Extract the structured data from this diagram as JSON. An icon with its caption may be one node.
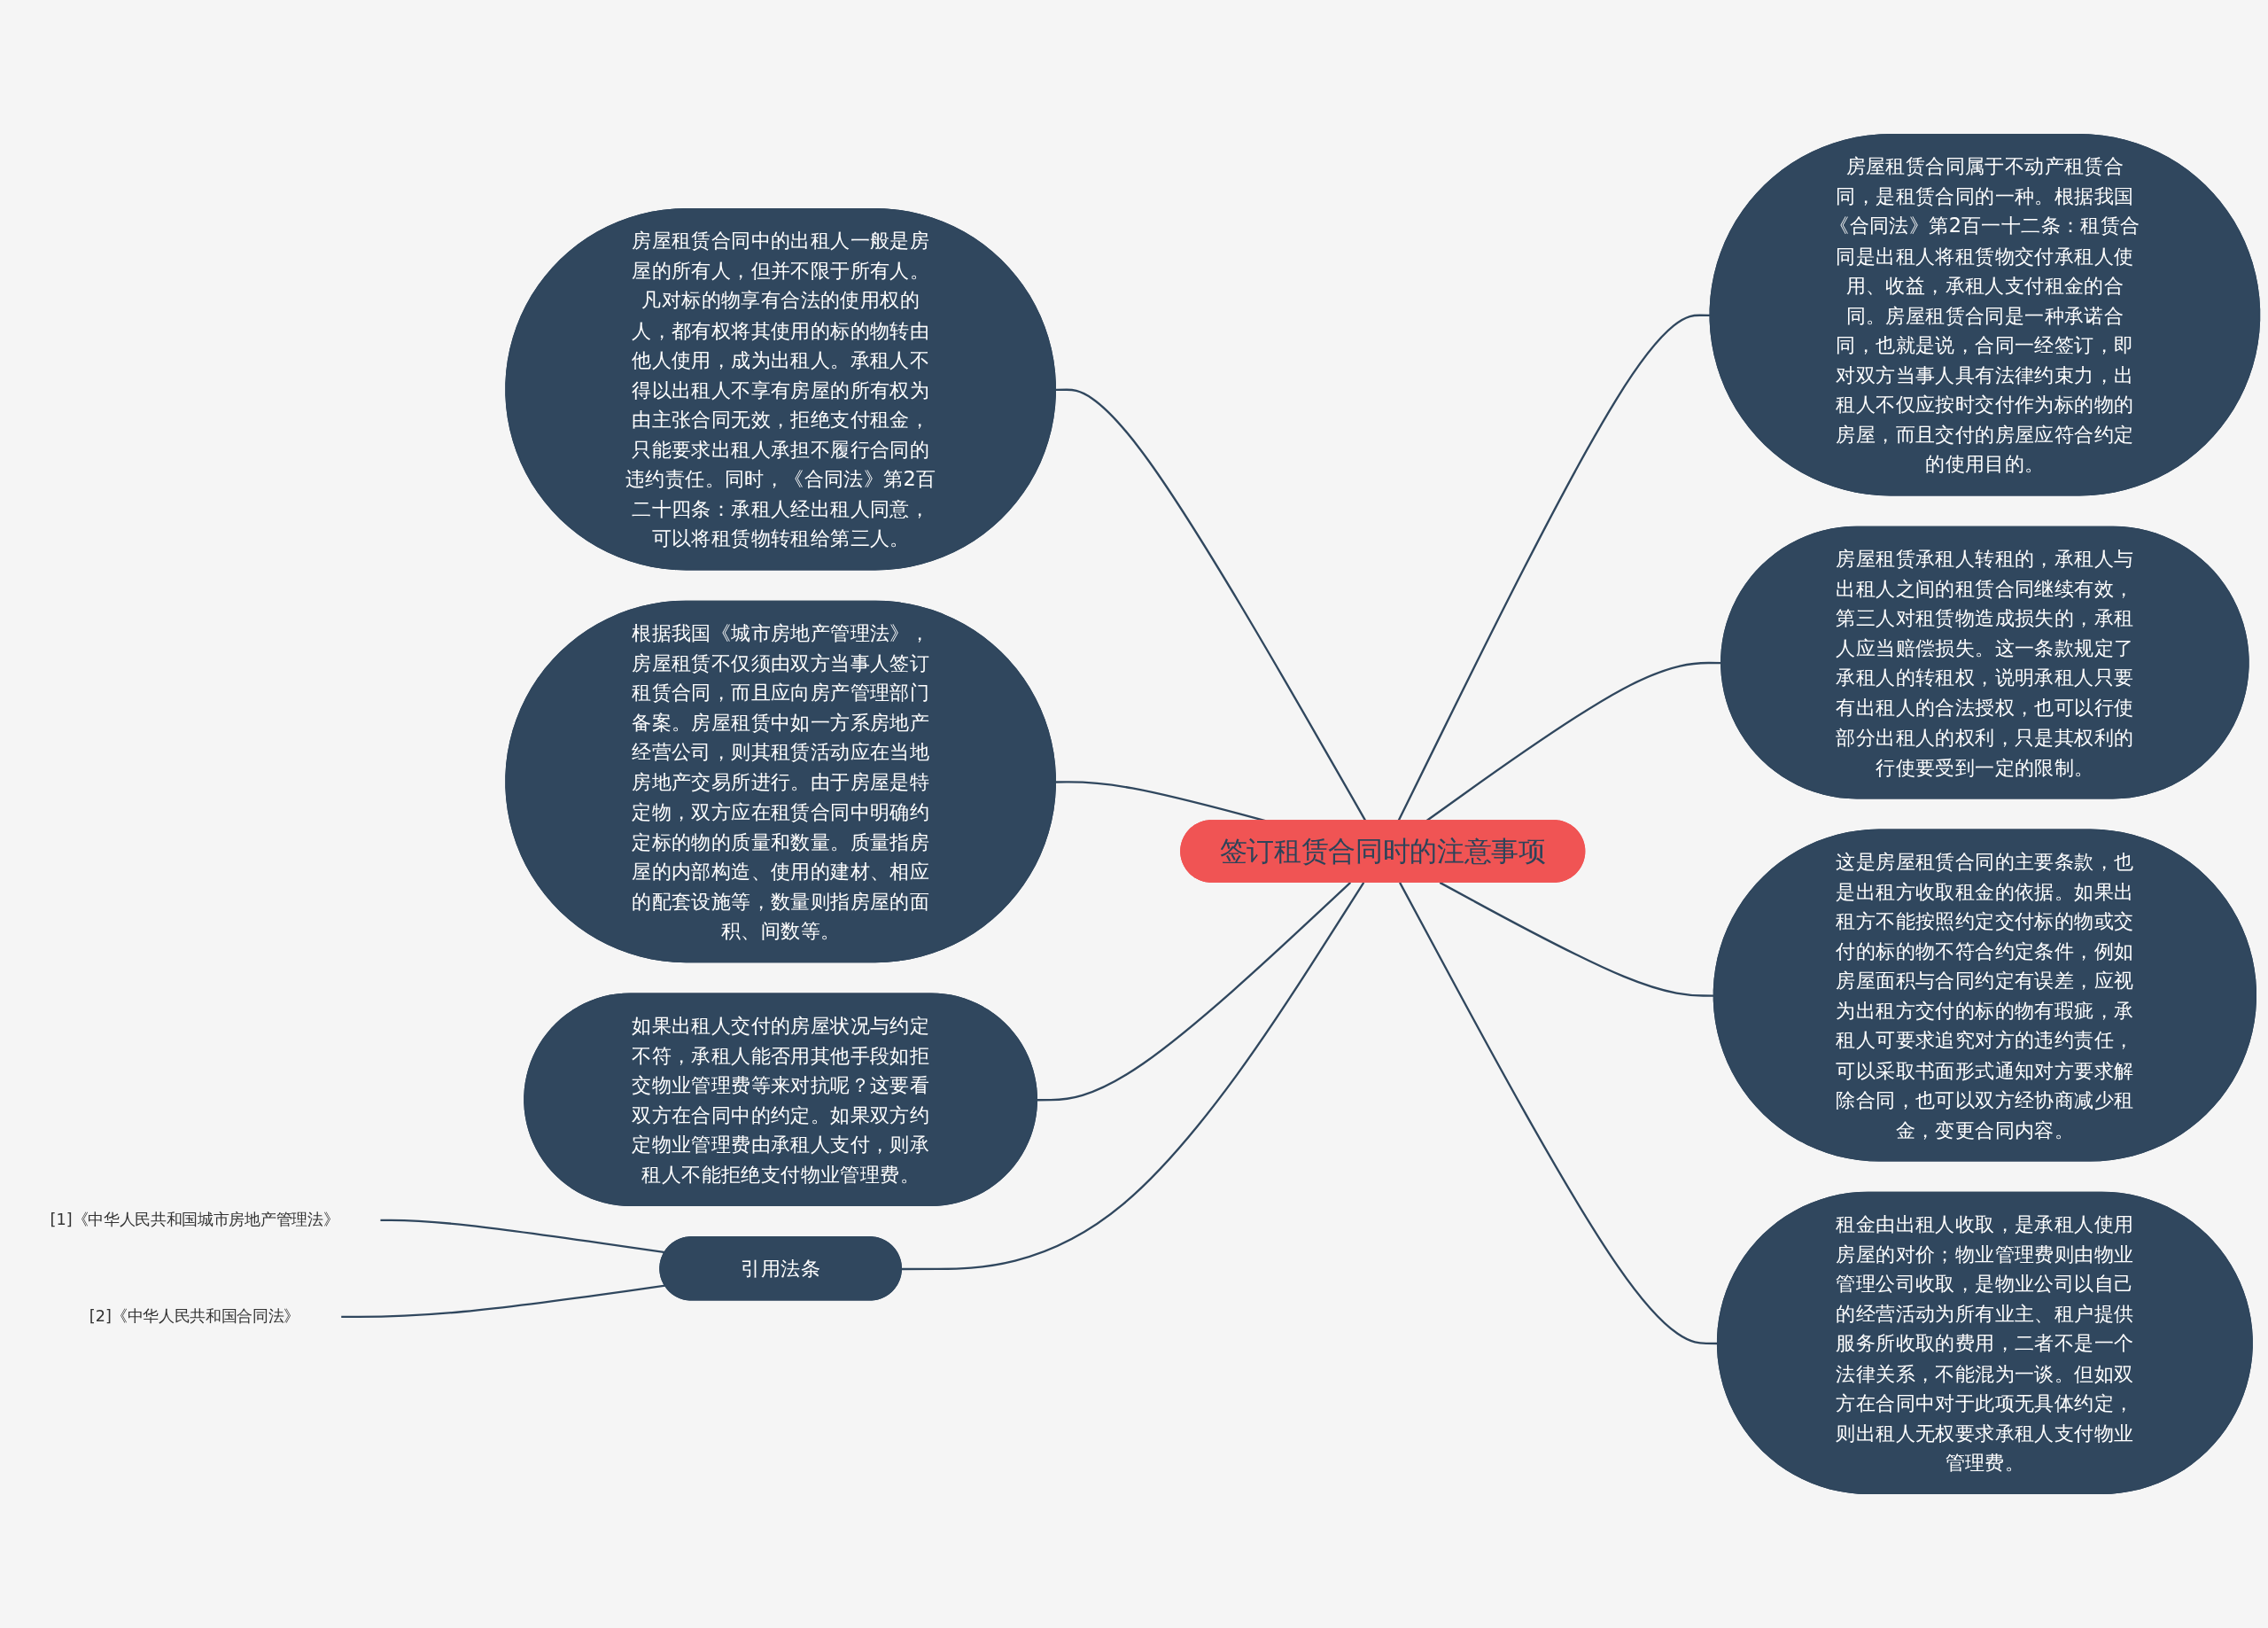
{
  "diagram": {
    "nodes": [
      {
        "text": [
          "签订租赁合同时的注意事项"
        ]
      },
      {
        "text": [
          "房屋租赁合同属于不动产租赁合同，是租赁合同的一种。根据我国《合同法》第2百一十二条：租赁合同是出租人将租赁物交付承租人使用、收益，承租人支付租金的合同。房屋租赁合同是一种承诺合同，也就是说，合同一经签订，即对双方当事人具有法律约束力，出租人不仅应按时交付作为标的物的房屋，而且交付的房屋应符合约定的使用目的。"
        ]
      },
      {
        "text": [
          "房屋租赁承租人转租的，承租人与出租人之间的租赁合同继续有效，第三人对租赁物造成损失的，承租人应当赔偿损失。这一条款规定了承租人的转租权，说明承租人只要有出租人的合法授权，也可以行使部分出租人的权利，只是其权利的行使要受到一定的限制。"
        ]
      },
      {
        "text": [
          "这是房屋租赁合同的主要条款，也是出租方收取租金的依据。如果出租方不能按照约定交付标的物或交付的标的物不符合约定条件，例如房屋面积与合同约定有误差，应视为出租方交付的标的物有瑕疵，承租人可要求追究对方的违约责任，可以采取书面形式通知对方要求解除合同，也可以双方经协商减少租金，变更合同内容。"
        ]
      },
      {
        "text": [
          "租金由出租人收取，是承租人使用房屋的对价；物业管理费则由物业管理公司收取，是物业公司以自己的经营活动为所有业主、租户提供服务所收取的费用，二者不是一个法律关系，不能混为一谈。但如双方在合同中对于此项无具体约定，则出租人无权要求承租人支付物业管理费。"
        ]
      },
      {
        "text": [
          "房屋租赁合同中的出租人一般是房屋的所有人，但并不限于所有人。凡对标的物享有合法的使用权的人，都有权将其使用的标的物转由他人使用，成为出租人。承租人不得以出租人不享有房屋的所有权为由主张合同无效，拒绝支付租金，只能要求出租人承担不履行合同的违约责任。同时，《合同法》第2百二十四条：承租人经出租人同意，可以将租赁物转租给第三人。"
        ]
      },
      {
        "text": [
          "根据我国《城市房地产管理法》，房屋租赁不仅须由双方当事人签订租赁合同，而且应向房产管理部门备案。房屋租赁中如一方系房地产经营公司，则其租赁活动应在当地房地产交易所进行。由于房屋是特定物，双方应在租赁合同中明确约定标的物的质量和数量。质量指房屋的内部构造、使用的建材、相应的配套设施等，数量则指房屋的面积、间数等。"
        ]
      },
      {
        "text": [
          "如果出租人交付的房屋状况与约定不符，承租人能否用其他手段如拒交物业管理费等来对抗呢？这要看双方在合同中的约定。如果双方约定物业管理费由承租人支付，则承租人不能拒绝支付物业管理费。"
        ]
      },
      {
        "text": [
          "引用法条"
        ]
      },
      {
        "text": [
          "[1]《中华人民共和国城市房地产管理法》"
        ]
      },
      {
        "text": [
          "[2]《中华人民共和国合同法》"
        ]
      }
    ],
    "edges": [
      {
        "from": 0,
        "to": 1,
        "arrow": "none"
      },
      {
        "from": 0,
        "to": 2,
        "arrow": "none"
      },
      {
        "from": 0,
        "to": 3,
        "arrow": "none"
      },
      {
        "from": 0,
        "to": 4,
        "arrow": "none"
      },
      {
        "from": 5,
        "to": 0,
        "arrow": "none"
      },
      {
        "from": 6,
        "to": 0,
        "arrow": "none"
      },
      {
        "from": 7,
        "to": 0,
        "arrow": "none"
      },
      {
        "from": 8,
        "to": 0,
        "arrow": "none"
      },
      {
        "from": 9,
        "to": 8,
        "arrow": "none"
      },
      {
        "from": 10,
        "to": 8,
        "arrow": "none"
      }
    ]
  }
}
